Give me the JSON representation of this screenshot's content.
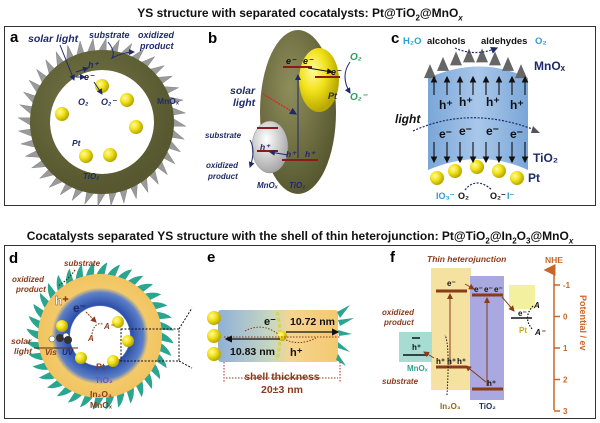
{
  "top_title": {
    "pre": "YS structure with separated cocatalysts: Pt@TiO",
    "sub": "2",
    "mid": "@MnO",
    "subx": "x"
  },
  "bottom_title": {
    "pre": "Cocatalysts separated YS structure with the shell of thin heterojunction: Pt@TiO",
    "s1": "2",
    "m1": "@In",
    "s2": "2",
    "m2": "O",
    "s3": "3",
    "m3": "@MnO",
    "s4": "x"
  },
  "panel_a": {
    "label": "a",
    "solar_light": "solar light",
    "substrate": "substrate",
    "oxidized": "oxidized",
    "product": "product",
    "hplus": "h⁺",
    "eminus": "e⁻",
    "o2": "O₂",
    "o2minus": "O₂⁻",
    "mnox": "MnOₓ",
    "pt": "Pt",
    "tio2": "TiO₂"
  },
  "panel_b": {
    "label": "b",
    "e1": "e⁻",
    "e2": "e⁻",
    "e3": "e⁻",
    "o2": "O₂",
    "o2minus": "O₂⁻",
    "solar": "solar",
    "light": "light",
    "pt": "Pt",
    "substrate": "substrate",
    "hplus_mn": "h⁺",
    "h1": "h⁺",
    "h2": "h⁺",
    "oxidized": "oxidized",
    "product": "product",
    "mnox": "MnOₓ",
    "tio2": "TiO₂"
  },
  "panel_c": {
    "label": "c",
    "h2o": "H₂O",
    "alcohols": "alcohols",
    "aldehydes": "aldehydes",
    "o2_top": "O₂",
    "mnox": "MnOₓ",
    "holes": [
      "h⁺",
      "h⁺",
      "h⁺",
      "h⁺"
    ],
    "light": "light",
    "electrons": [
      "e⁻",
      "e⁻",
      "e⁻",
      "e⁻"
    ],
    "tio2": "TiO₂",
    "pt": "Pt",
    "io3": "IO₃⁻",
    "o2": "O₂",
    "o2minus": "O₂⁻",
    "iminus": "I⁻"
  },
  "panel_d": {
    "label": "d",
    "substrate": "substrate",
    "oxidized": "oxidized",
    "product": "product",
    "hplus": "h⁺",
    "eminus": "e⁻",
    "A": "A",
    "Aminus": "A⁻",
    "solar": "solar",
    "light": "light",
    "vis": "Vis",
    "uv": "UV",
    "pt": "Pt",
    "tio2": "TiO₂",
    "in2o3": "In₂O₃",
    "mnox": "MnOₓ"
  },
  "panel_e": {
    "label": "e",
    "eminus": "e⁻",
    "hplus": "h⁺",
    "d1": "10.72 nm",
    "d2": "10.83 nm",
    "shell": "shell thickness",
    "thickness": "20±3 nm"
  },
  "panel_f": {
    "label": "f",
    "heading": "Thin heterojunction",
    "nhe": "NHE",
    "axis_label": "Potential / ev",
    "ticks": [
      "-1",
      "0",
      "1",
      "2",
      "3"
    ],
    "oxidized": "oxidized",
    "product": "product",
    "substrate": "substrate",
    "mnox": "MnOₓ",
    "in2o3": "In₂O₃",
    "tio2": "TiO₂",
    "pt": "Pt",
    "e_in": "e⁻",
    "e_ti": [
      "e⁻",
      "e⁻",
      "e⁻"
    ],
    "e_pt": "e⁻",
    "h_mn": "h⁺",
    "h_in": [
      "h⁺",
      "h⁺",
      "h⁺"
    ],
    "h_ti": "h⁺",
    "A": "A",
    "Aminus": "A⁻"
  },
  "colors": {
    "navy": "#1f2a6b",
    "brown": "#8b3a1a",
    "orange": "#c8662a",
    "green": "#2e9e5a",
    "cyan": "#2a9fd6",
    "teal": "#2aa58f",
    "olive": "#6b6b3f",
    "yellow": "#f2e21a"
  }
}
